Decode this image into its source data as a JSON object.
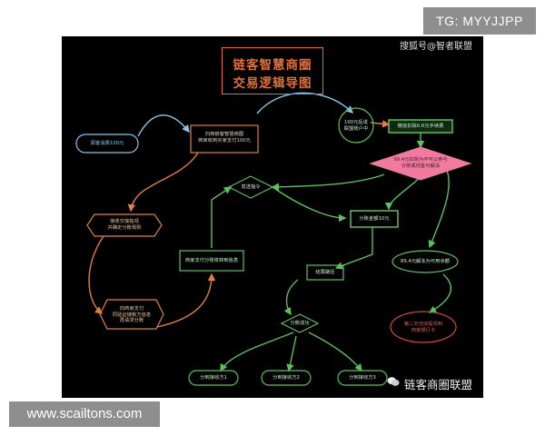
{
  "overlays": {
    "tg_label": "TG: MYYJJPP",
    "site_label": "www.scailtons.com"
  },
  "header": {
    "title_line1": "链客智慧商圈",
    "title_line2": "交易逻辑导图",
    "watermark": "搜狐号@智者联盟"
  },
  "footer": {
    "brand": "链客商圈联盟"
  },
  "nodes": {
    "consumer": "顾客消费100元",
    "pay_merchant": "扫商链客智慧商圈\n商家收到买家支付100元",
    "alliance": "100元后进\n联盟账户中",
    "coin": "微信扣除0.6元手续费",
    "split_rule": "99.4元扣除为不可以参与\n分账或现金可解冻",
    "send_cmd": "发送指令",
    "receive_split": "接收交接指领\n并确定分账规则",
    "split_gold": "分账金额10元",
    "merchant_notify": "商家支付分账将转到信息",
    "finish_pay": "向商家支付\n同验证链账方信息\n再请求分账",
    "frozen": "89.4元解冻为可用余额",
    "settle": "结算路径",
    "split_done": "分账成功",
    "tax": "第二天自动提现到\n商家银行卡",
    "recv1": "分到接收方1",
    "recv2": "分到接收方2",
    "recv3": "分到接收方3"
  },
  "colors": {
    "background": "#000000",
    "title": "#e0703a",
    "blue": "#8bc4e8",
    "orange": "#e0803e",
    "green": "#5cc05c",
    "red": "#d04848",
    "pink": "#f07aa0"
  }
}
